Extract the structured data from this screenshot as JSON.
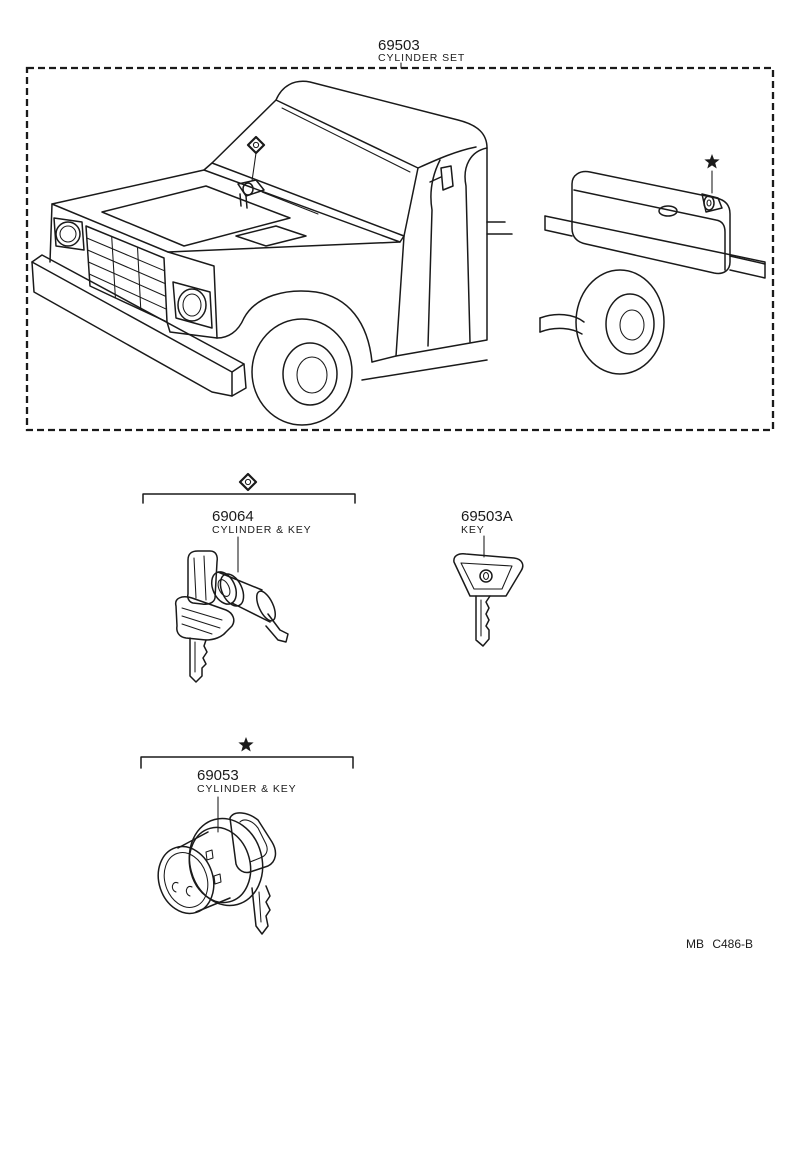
{
  "diagram": {
    "assembly": {
      "part_number": "69503",
      "name": "CYLINDER SET"
    },
    "parts": [
      {
        "part_number": "69064",
        "name": "CYLINDER & KEY",
        "marker_icon": "diamond-marker-icon"
      },
      {
        "part_number": "69503A",
        "name": "KEY"
      },
      {
        "part_number": "69053",
        "name": "CYLINDER & KEY",
        "marker_icon": "star-marker-icon"
      }
    ],
    "location_markers": {
      "hood_lock": "diamond-marker-icon",
      "fuel_tank_lock": "star-marker-icon"
    },
    "figure_code": "MB C486-B"
  },
  "colors": {
    "ink": "#1a1a1a",
    "paper": "#ffffff"
  }
}
